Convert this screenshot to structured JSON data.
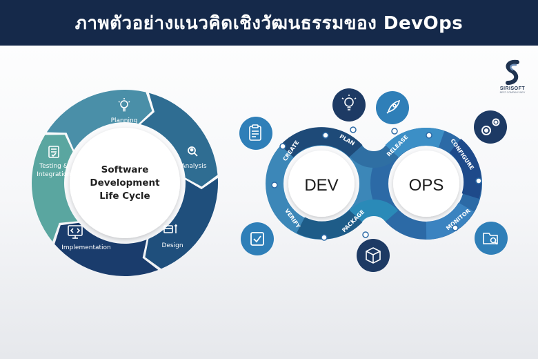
{
  "header": {
    "title": "ภาพตัวอย่างแนวคิดเชิงวัฒนธรรมของ DevOps",
    "background_color": "#15294a",
    "text_color": "#ffffff"
  },
  "logo": {
    "name": "SIRISOFT",
    "tagline": "BEST COMPANY INDY"
  },
  "sdlc": {
    "center_lines": [
      "Software",
      "Development",
      "Life Cycle"
    ],
    "stages": [
      {
        "label": "Planning",
        "icon": "lightbulb-icon",
        "color": "#5aa6a0"
      },
      {
        "label": "Analysis",
        "icon": "magnifier-person-icon",
        "color": "#4a8fa8"
      },
      {
        "label": "Design",
        "icon": "design-tools-icon",
        "color": "#2f6d92"
      },
      {
        "label": "Implementation",
        "icon": "code-monitor-icon",
        "color": "#1f4f7c"
      },
      {
        "label": "Testing &",
        "label2": "Integration",
        "icon": "checklist-icon",
        "color": "#1a3c6c"
      }
    ]
  },
  "devops": {
    "dev_label": "DEV",
    "ops_label": "OPS",
    "dev_stages": [
      "PLAN",
      "CREATE",
      "VERIFY",
      "PACKAGE"
    ],
    "ops_stages": [
      "RELEASE",
      "CONFIGURE",
      "MONITOR"
    ],
    "icons": [
      {
        "name": "lightbulb-icon",
        "color": "#1d3a64"
      },
      {
        "name": "rocket-icon",
        "color": "#2f7fb8"
      },
      {
        "name": "gears-icon",
        "color": "#1d3a64"
      },
      {
        "name": "clipboard-icon",
        "color": "#2f7fb8"
      },
      {
        "name": "checkbox-icon",
        "color": "#2f7fb8"
      },
      {
        "name": "package-box-icon",
        "color": "#1d3a64"
      },
      {
        "name": "folder-search-icon",
        "color": "#2f7fb8"
      }
    ]
  }
}
